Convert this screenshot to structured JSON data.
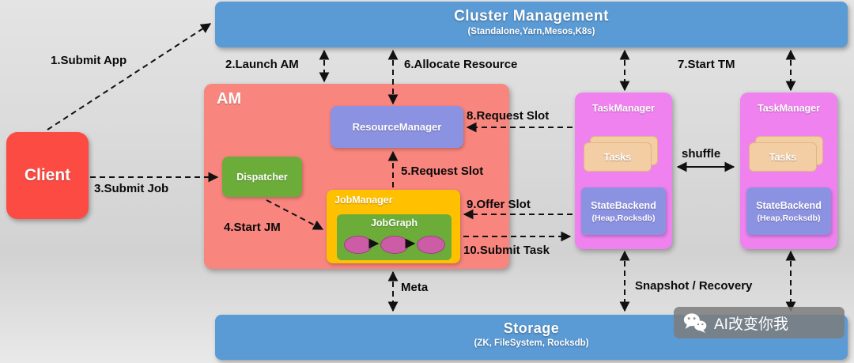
{
  "colors": {
    "bar_blue": "#5B9BD5",
    "client_red": "#FB4B43",
    "am_salmon": "#F8857E",
    "resource_manager_periwinkle": "#8C92E2",
    "dispatcher_green": "#6CAD39",
    "job_manager_yellow": "#FFC000",
    "job_graph_green": "#6CAD39",
    "task_ellipse_magenta": "#CC5CA6",
    "task_manager_violet": "#EF82EF",
    "tasks_tan": "#F3CDA4",
    "state_backend_periwinkle": "#8C92E2",
    "edge_black": "#111111"
  },
  "cluster_management": {
    "title": "Cluster Management",
    "subtitle": "(Standalone,Yarn,Mesos,K8s)"
  },
  "storage": {
    "title": "Storage",
    "subtitle": "(ZK, FileSystem, Rocksdb)"
  },
  "client": {
    "label": "Client"
  },
  "am": {
    "label": "AM",
    "resource_manager": "ResourceManager",
    "dispatcher": "Dispatcher",
    "job_manager": "JobManager",
    "job_graph": "JobGraph"
  },
  "task_managers": [
    {
      "title": "TaskManager",
      "tasks_label": "Tasks",
      "state_backend": "StateBackend",
      "state_backend_detail": "(Heap,Rocksdb)"
    },
    {
      "title": "TaskManager",
      "tasks_label": "Tasks",
      "state_backend": "StateBackend",
      "state_backend_detail": "(Heap,Rocksdb)"
    }
  ],
  "edge_labels": {
    "submit_app": "1.Submit App",
    "launch_am": "2.Launch AM",
    "submit_job": "3.Submit Job",
    "start_jm": "4.Start JM",
    "request_slot_jm": "5.Request Slot",
    "allocate_resource": "6.Allocate Resource",
    "start_tm": "7.Start TM",
    "request_slot_tm": "8.Request Slot",
    "offer_slot": "9.Offer Slot",
    "submit_task": "10.Submit Task",
    "shuffle": "shuffle",
    "meta": "Meta",
    "snapshot_recovery": "Snapshot / Recovery"
  },
  "watermark": {
    "text": "AI改变你我",
    "icon": "wechat-icon"
  }
}
